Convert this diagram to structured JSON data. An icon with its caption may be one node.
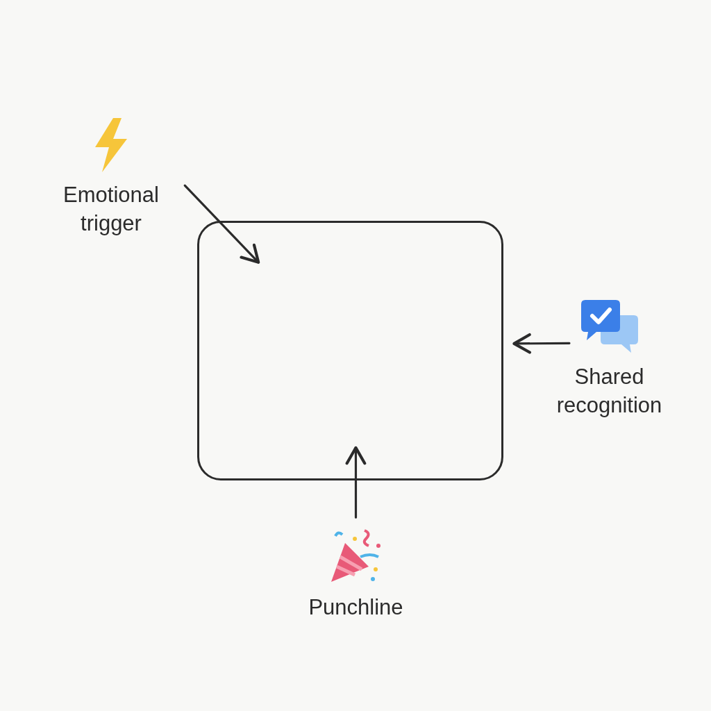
{
  "diagram": {
    "nodes": [
      {
        "text": [],
        "shape": "box"
      },
      {
        "text": [
          "Emotional trigger"
        ]
      },
      {
        "text": [
          "Shared recognition"
        ]
      },
      {
        "text": [
          "Punchline"
        ]
      }
    ],
    "edges": [
      {
        "from": 1,
        "to": 0,
        "arrow": "to"
      },
      {
        "from": 2,
        "to": 0,
        "arrow": "to"
      },
      {
        "from": 3,
        "to": 0,
        "arrow": "to"
      }
    ]
  }
}
